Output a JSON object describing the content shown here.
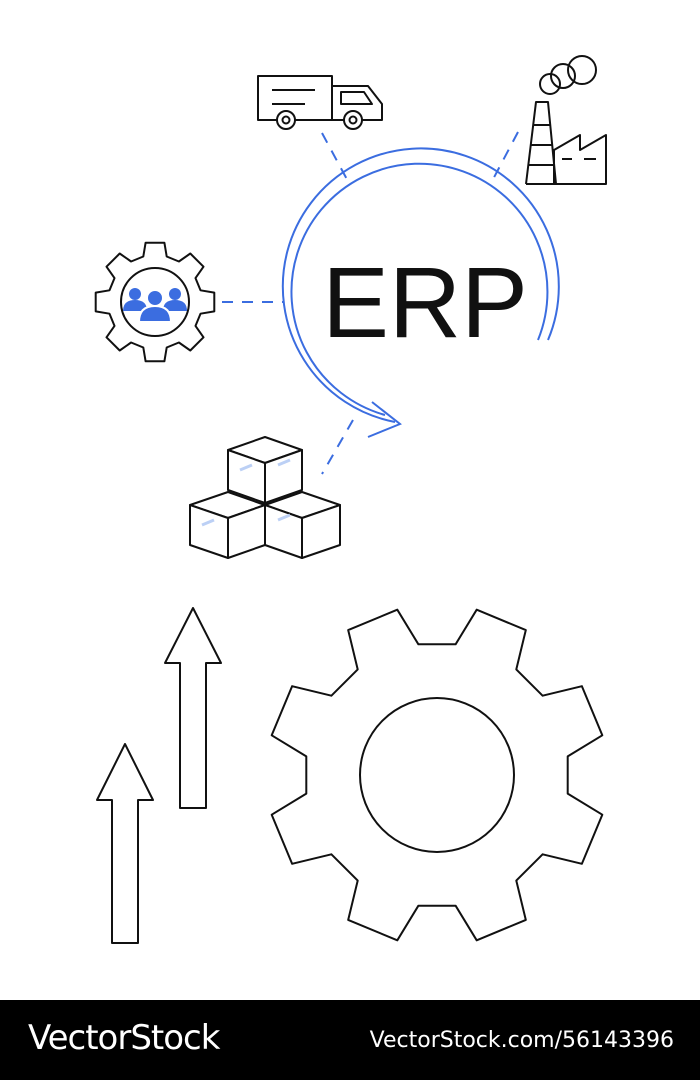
{
  "center": {
    "title": "ERP"
  },
  "colors": {
    "accent": "#3b6de0",
    "ink": "#111111",
    "footer_bg": "#000000"
  },
  "icons": [
    "truck-icon",
    "factory-icon",
    "team-gear-icon",
    "boxes-icon",
    "large-gear-icon",
    "up-arrow-icon"
  ],
  "footer": {
    "brand": "VectorStock",
    "ref": "VectorStock.com/56143396"
  }
}
